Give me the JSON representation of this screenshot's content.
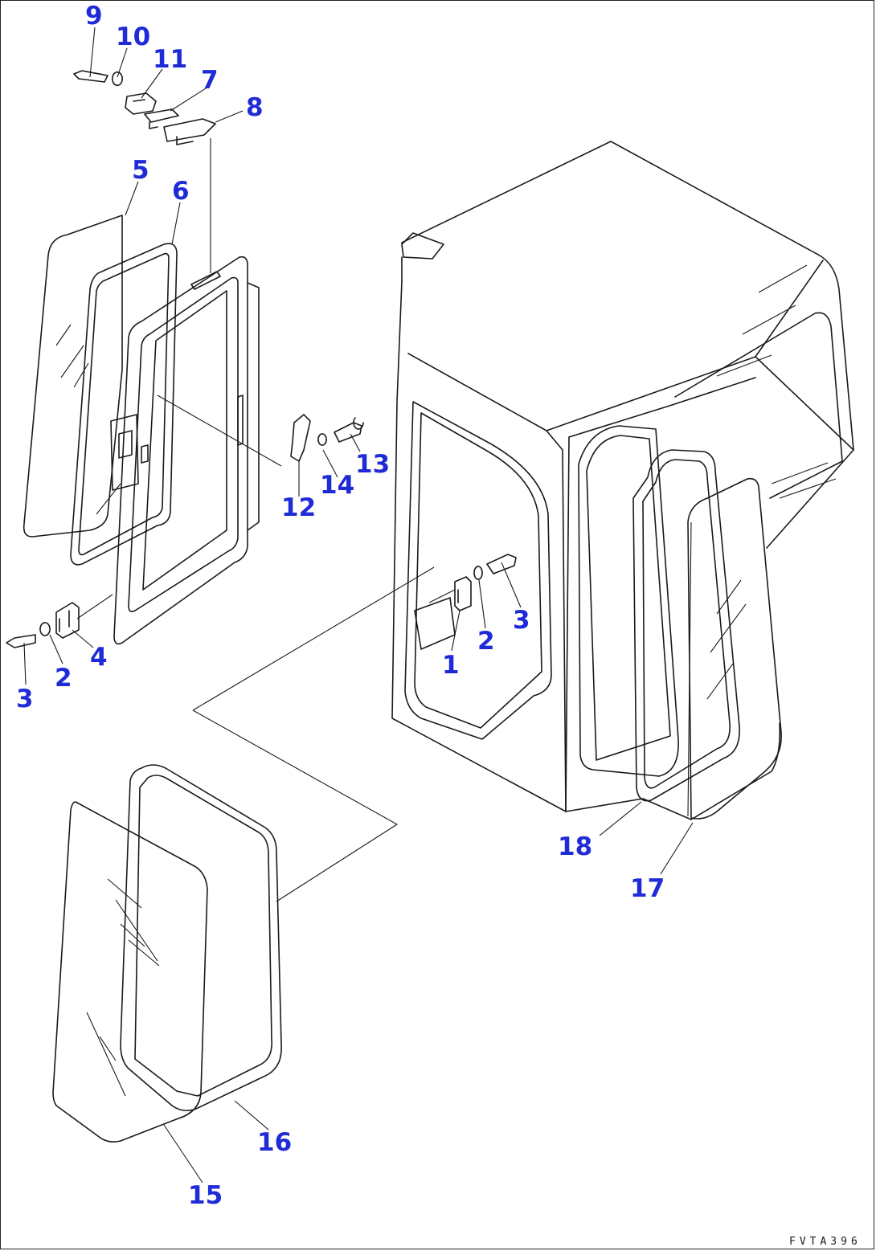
{
  "colors": {
    "callout": "#1f2bd6",
    "line": "#1a1a1a",
    "background": "#ffffff"
  },
  "callouts": {
    "c9": "9",
    "c10": "10",
    "c11": "11",
    "c7": "7",
    "c8": "8",
    "c5": "5",
    "c6": "6",
    "c13": "13",
    "c14": "14",
    "c12": "12",
    "c3a": "3",
    "c2a": "2",
    "c4": "4",
    "c1": "1",
    "c2b": "2",
    "c3b": "3",
    "c18": "18",
    "c17": "17",
    "c16": "16",
    "c15": "15"
  },
  "drawing_code": "FVTA396"
}
